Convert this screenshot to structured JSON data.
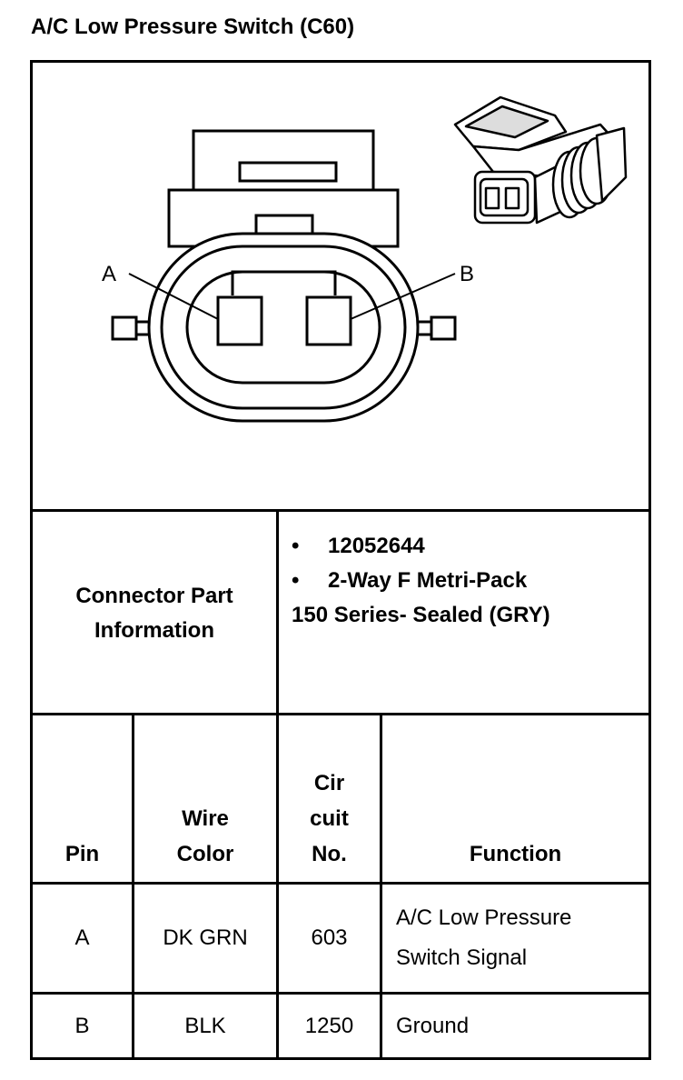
{
  "title": "A/C Low Pressure Switch (C60)",
  "diagram": {
    "pin_labels": [
      "A",
      "B"
    ]
  },
  "connector_info": {
    "label_line1": "Connector Part",
    "label_line2": "Information",
    "part_number": "12052644",
    "description_line1": "2-Way F Metri-Pack",
    "description_line2": "150 Series- Sealed (GRY)",
    "bullet": "•"
  },
  "table": {
    "headers": {
      "pin": "Pin",
      "wire_line1": "Wire",
      "wire_line2": "Color",
      "circuit_line1": "Cir",
      "circuit_line2": "cuit",
      "circuit_line3": "No.",
      "function": "Function"
    },
    "rows": [
      {
        "pin": "A",
        "wire_color": "DK GRN",
        "circuit": "603",
        "function_line1": "A/C Low Pressure",
        "function_line2": "Switch Signal"
      },
      {
        "pin": "B",
        "wire_color": "BLK",
        "circuit": "1250",
        "function_line1": "Ground",
        "function_line2": ""
      }
    ]
  }
}
